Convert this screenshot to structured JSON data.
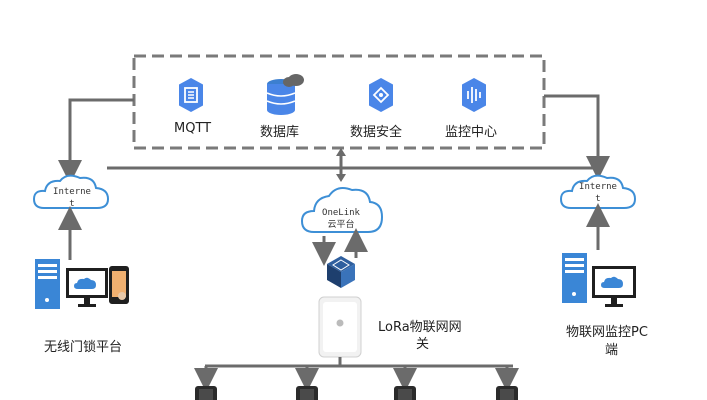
{
  "top_group": {
    "items": [
      {
        "label": "MQTT",
        "icon": "mqtt-icon"
      },
      {
        "label": "数据库",
        "icon": "database-icon"
      },
      {
        "label": "数据安全",
        "icon": "data-security-icon"
      },
      {
        "label": "监控中心",
        "icon": "monitor-center-icon"
      }
    ]
  },
  "clouds": {
    "left": {
      "line1": "Interne",
      "line2": "t"
    },
    "center": {
      "line1": "OneLink",
      "line2": "云平台"
    },
    "right": {
      "line1": "Interne",
      "line2": "t"
    }
  },
  "nodes": {
    "wireless_lock_platform": "无线门锁平台",
    "gateway_line1": "LoRa物联网网",
    "gateway_line2": "关",
    "iot_pc_line1": "物联网监控PC",
    "iot_pc_line2": "端"
  },
  "colors": {
    "google_blue": "#4A86E8",
    "line_gray": "#6b6b6b",
    "cloud_blue": "#3d8fd6"
  }
}
